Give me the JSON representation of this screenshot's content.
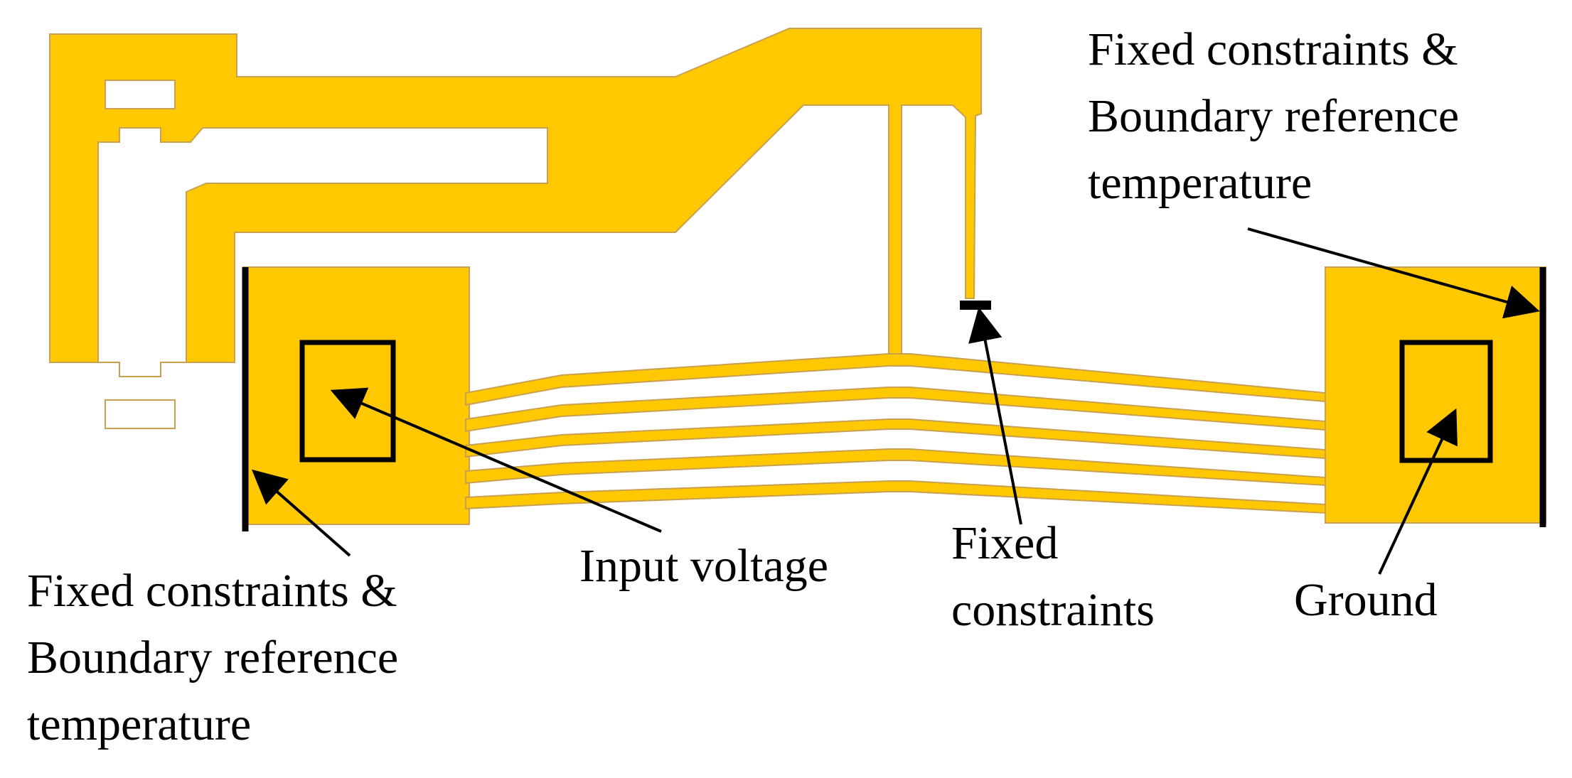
{
  "colors": {
    "device_fill": "#FFC800",
    "device_edge": "#C8A050",
    "background": "#FFFFFF",
    "marker": "#000000"
  },
  "labels": {
    "top_right": [
      "Fixed constraints &",
      "Boundary reference",
      "temperature"
    ],
    "bottom_left": [
      "Fixed constraints &",
      "Boundary reference",
      "temperature"
    ],
    "input_voltage": "Input voltage",
    "fixed_constraints_middle": [
      "Fixed",
      "constraints"
    ],
    "ground": "Ground"
  }
}
